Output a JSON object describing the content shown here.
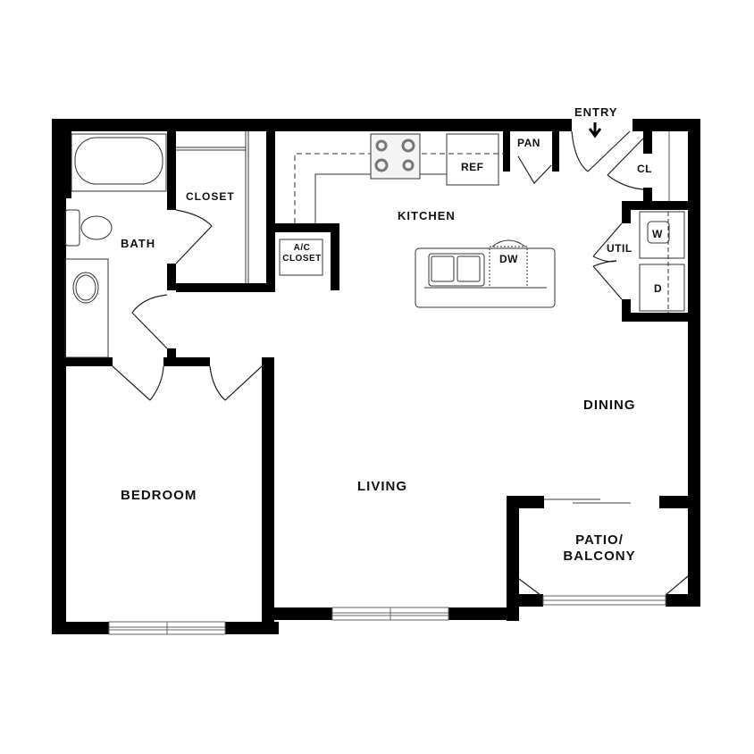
{
  "floorplan": {
    "rooms": {
      "entry": "ENTRY",
      "closet_entry": "CL",
      "kitchen": "KITCHEN",
      "pantry": "PAN",
      "refrigerator": "REF",
      "dishwasher": "DW",
      "ac_closet": "A/C\nCLOSET",
      "utility": "UTIL",
      "washer": "W",
      "dryer": "D",
      "bath": "BATH",
      "closet": "CLOSET",
      "bedroom": "BEDROOM",
      "living": "LIVING",
      "dining": "DINING",
      "patio": "PATIO/\nBALCONY"
    },
    "entry_arrow": "↓",
    "colors": {
      "wall": "#000000",
      "fixture": "#555555",
      "background": "#ffffff"
    }
  }
}
